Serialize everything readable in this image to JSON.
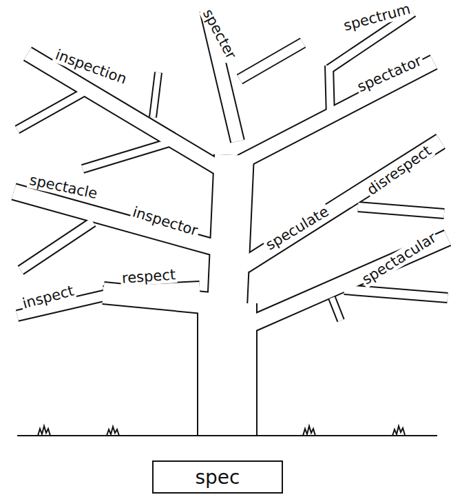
{
  "diagram": {
    "nodes": [
      {
        "text": [
          "spec"
        ]
      }
    ],
    "labels": [
      "specter",
      "spectrum",
      "inspection",
      "spectator",
      "spectacle",
      "inspector",
      "speculate",
      "disrespect",
      "spectacular",
      "inspect",
      "respect"
    ]
  }
}
